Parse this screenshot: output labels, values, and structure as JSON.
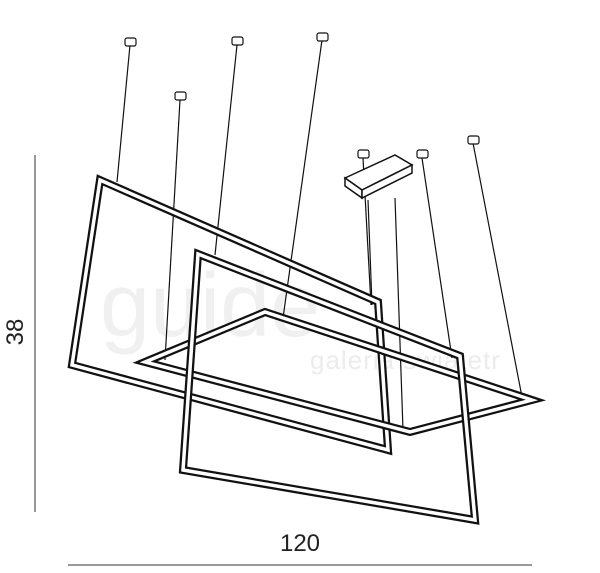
{
  "dimensions": {
    "height": "38",
    "width": "120"
  },
  "watermark": {
    "logo": "guide",
    "sub": "galeria swiatetr"
  }
}
